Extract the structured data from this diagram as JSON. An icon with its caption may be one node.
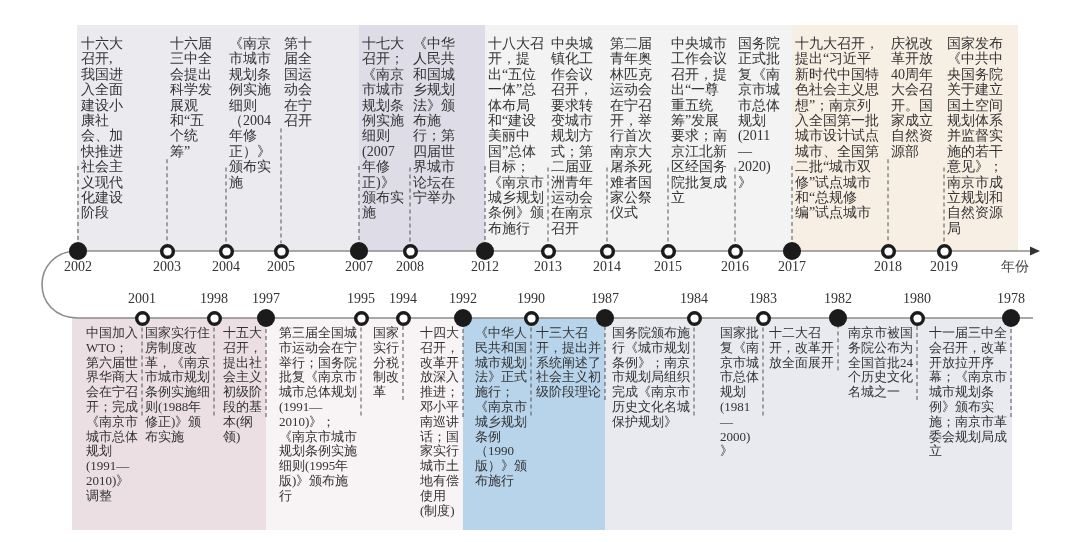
{
  "diagram": {
    "nodes": [
      {
        "text": [],
        "shape": "box"
      },
      {
        "text": [
          "十六大召开,我国进入全面建设小康社会、加快推进社会主义现代化建设阶段"
        ],
        "in": 0
      },
      {
        "text": [
          "十六届三中全会提出科学发展观和“五个统筹”"
        ],
        "in": 0
      },
      {
        "text": [
          "《南京市城市规划条例实施细则（2004年修正）》颁布实施"
        ],
        "in": 0
      },
      {
        "text": [
          "第十届全国运动会在宁召开"
        ],
        "in": 0
      },
      {
        "text": [],
        "shape": "box"
      },
      {
        "text": [
          "十七大召开；《南京市城市规划条例实施细则(2007年修正)》颁布实施"
        ],
        "in": 5
      },
      {
        "text": [
          "《中华人民共和国城乡规划法》颁布施行；第四届世界城市论坛在宁举办"
        ],
        "in": 5
      },
      {
        "text": [],
        "shape": "box"
      },
      {
        "text": [
          "十八大召开，提出“五位一体”总体布局和“建设美丽中国”总体目标；《南京市城乡规划条例》颁布施行"
        ],
        "in": 8
      },
      {
        "text": [
          "中央城镇化工作会议召开，要求转变城市规划方式；第二届亚洲青年运动会在南京召开"
        ],
        "in": 8
      },
      {
        "text": [
          "第二届青年奥林匹克运动会在宁召开，举行首次南京大屠杀死难者国家公祭仪式"
        ],
        "in": 8
      },
      {
        "text": [
          "中央城市工作会议召开，提出“一尊重五统筹”发展要求；南京江北新区经国务院批复成立"
        ],
        "in": 8
      },
      {
        "text": [
          "国务院正式批复《南京市城市总体规划(2011—2020)》"
        ],
        "in": 8
      },
      {
        "text": [],
        "shape": "box"
      },
      {
        "text": [
          "十九大召开，提出“习近平新时代中国特色社会主义思想”；南京列入全国第一批城市设计试点城市、全国第二批“城市双修”试点城市和“总规修编”试点城市"
        ],
        "in": 14
      },
      {
        "text": [
          "庆祝改革开放40周年大会召开。国家成立自然资源部"
        ],
        "in": 14
      },
      {
        "text": [
          "国家发布《中共中央国务院关于建立国土空间规划体系并监督实施的若干意见》；南京市成立规划和自然资源局"
        ],
        "in": 14
      },
      {
        "text": [],
        "shape": "dot",
        "beside": [
          "2002"
        ]
      },
      {
        "text": [],
        "shape": "circle",
        "beside": [
          "2003"
        ]
      },
      {
        "text": [],
        "shape": "circle",
        "beside": [
          "2004"
        ]
      },
      {
        "text": [],
        "shape": "circle",
        "beside": [
          "2005"
        ]
      },
      {
        "text": [],
        "shape": "dot",
        "beside": [
          "2007"
        ]
      },
      {
        "text": [],
        "shape": "circle",
        "beside": [
          "2008"
        ]
      },
      {
        "text": [],
        "shape": "dot",
        "beside": [
          "2012"
        ]
      },
      {
        "text": [],
        "shape": "circle",
        "beside": [
          "2013"
        ]
      },
      {
        "text": [],
        "shape": "circle",
        "beside": [
          "2014"
        ]
      },
      {
        "text": [],
        "shape": "circle",
        "beside": [
          "2015"
        ]
      },
      {
        "text": [],
        "shape": "circle",
        "beside": [
          "2016"
        ]
      },
      {
        "text": [],
        "shape": "dot",
        "beside": [
          "2017"
        ]
      },
      {
        "text": [],
        "shape": "circle",
        "beside": [
          "2018"
        ]
      },
      {
        "text": [],
        "shape": "circle",
        "beside": [
          "2019"
        ]
      },
      {
        "text": [],
        "shape": "circle",
        "beside": [
          "2001"
        ]
      },
      {
        "text": [],
        "shape": "circle",
        "beside": [
          "1998"
        ]
      },
      {
        "text": [],
        "shape": "dot",
        "beside": [
          "1997"
        ]
      },
      {
        "text": [],
        "shape": "circle",
        "beside": [
          "1995"
        ]
      },
      {
        "text": [],
        "shape": "circle",
        "beside": [
          "1994"
        ]
      },
      {
        "text": [],
        "shape": "dot",
        "beside": [
          "1992"
        ]
      },
      {
        "text": [],
        "shape": "circle",
        "beside": [
          "1990"
        ]
      },
      {
        "text": [],
        "shape": "dot",
        "beside": [
          "1987"
        ]
      },
      {
        "text": [],
        "shape": "circle",
        "beside": [
          "1984"
        ]
      },
      {
        "text": [],
        "shape": "circle",
        "beside": [
          "1983"
        ]
      },
      {
        "text": [],
        "shape": "dot",
        "beside": [
          "1982"
        ]
      },
      {
        "text": [],
        "shape": "circle",
        "beside": [
          "1980"
        ]
      },
      {
        "text": [],
        "shape": "dot",
        "beside": [
          "1978"
        ]
      },
      {
        "text": [],
        "shape": "box"
      },
      {
        "text": [
          "中国加入WTO；第六届世界华商大会在宁召开；完成《南京市城市总体规划(1991—2010)》调整"
        ],
        "in": 45
      },
      {
        "text": [
          "国家实行住房制度改革，《南京市城市规划条例实施细则(1988年修正)》颁布实施"
        ],
        "in": 45
      },
      {
        "text": [
          "十五大召开，提出社会主义初级阶段的基本(纲领)"
        ],
        "in": 45
      },
      {
        "text": [],
        "shape": "box"
      },
      {
        "text": [
          "第三届全国城市运动会在宁举行；国务院批复《南京市城市总体规划(1991—2010)》；《南京市城市规划条例实施细则(1995年版)》颁布施行"
        ],
        "in": 49
      },
      {
        "text": [
          "国家实行分税制改革"
        ],
        "in": 49
      },
      {
        "text": [
          "十四大召开，改革开放深入推进；邓小平南巡讲话；国家实行城市土地有偿使用(制度)"
        ],
        "in": 49
      },
      {
        "text": [],
        "shape": "box"
      },
      {
        "text": [
          "《中华人民共和国城市规划法》正式施行；《南京市城乡规划条例（1990版）》颁布施行"
        ],
        "in": 53
      },
      {
        "text": [
          "十三大召开，提出并系统阐述了社会主义初级阶段理论"
        ],
        "in": 53
      },
      {
        "text": [],
        "shape": "box"
      },
      {
        "text": [
          "国务院颁布施行《城市规划条例》；南京市规划局组织完成《南京市历史文化名城保护规划》"
        ],
        "in": 56
      },
      {
        "text": [
          "国家批复《南京市城市总体规划(1981—2000)》"
        ],
        "in": 56
      },
      {
        "text": [
          "十二大召开，改革开放全面展开"
        ],
        "in": 56
      },
      {
        "text": [
          "南京市被国务院公布为全国首批24个历史文化名城之一"
        ],
        "in": 56
      },
      {
        "text": [
          "十一届三中全会召开，改革开放拉开序幕；《南京市城市规划条例》颁布实施；南京市革委会规划局成立"
        ],
        "in": 56
      }
    ],
    "edges": [
      {
        "from": 1,
        "to": 18,
        "arrow": "none",
        "style": "dashed"
      },
      {
        "from": 2,
        "to": 19,
        "arrow": "none",
        "style": "dashed"
      },
      {
        "from": 3,
        "to": 20,
        "arrow": "none",
        "style": "dashed"
      },
      {
        "from": 4,
        "to": 21,
        "arrow": "none",
        "style": "dashed"
      },
      {
        "from": 6,
        "to": 22,
        "arrow": "none",
        "style": "dashed"
      },
      {
        "from": 7,
        "to": 23,
        "arrow": "none",
        "style": "dashed"
      },
      {
        "from": 9,
        "to": 24,
        "arrow": "none",
        "style": "dashed"
      },
      {
        "from": 10,
        "to": 25,
        "arrow": "none",
        "style": "dashed"
      },
      {
        "from": 11,
        "to": 26,
        "arrow": "none",
        "style": "dashed"
      },
      {
        "from": 12,
        "to": 27,
        "arrow": "none",
        "style": "dashed"
      },
      {
        "from": 13,
        "to": 28,
        "arrow": "none",
        "style": "dashed"
      },
      {
        "from": 15,
        "to": 29,
        "arrow": "none",
        "style": "dashed"
      },
      {
        "from": 16,
        "to": 30,
        "arrow": "none",
        "style": "dashed"
      },
      {
        "from": 17,
        "to": 31,
        "arrow": "none",
        "style": "dashed"
      },
      {
        "from": 46,
        "to": 32,
        "arrow": "none",
        "style": "dashed"
      },
      {
        "from": 47,
        "to": 33,
        "arrow": "none",
        "style": "dashed"
      },
      {
        "from": 48,
        "to": 34,
        "arrow": "none",
        "style": "dashed"
      },
      {
        "from": 50,
        "to": 35,
        "arrow": "none",
        "style": "dashed"
      },
      {
        "from": 51,
        "to": 36,
        "arrow": "none",
        "style": "dashed"
      },
      {
        "from": 52,
        "to": 37,
        "arrow": "none",
        "style": "dashed"
      },
      {
        "from": 54,
        "to": 38,
        "arrow": "none",
        "style": "dashed"
      },
      {
        "from": 55,
        "to": 39,
        "arrow": "none",
        "style": "dashed"
      },
      {
        "from": 57,
        "to": 40,
        "arrow": "none",
        "style": "dashed"
      },
      {
        "from": 58,
        "to": 41,
        "arrow": "none",
        "style": "dashed"
      },
      {
        "from": 59,
        "to": 42,
        "arrow": "none",
        "style": "dashed"
      },
      {
        "from": 60,
        "to": 43,
        "arrow": "none",
        "style": "dashed"
      },
      {
        "from": 61,
        "to": 44,
        "arrow": "none",
        "style": "dashed"
      }
    ],
    "labels": [
      "年份"
    ]
  }
}
